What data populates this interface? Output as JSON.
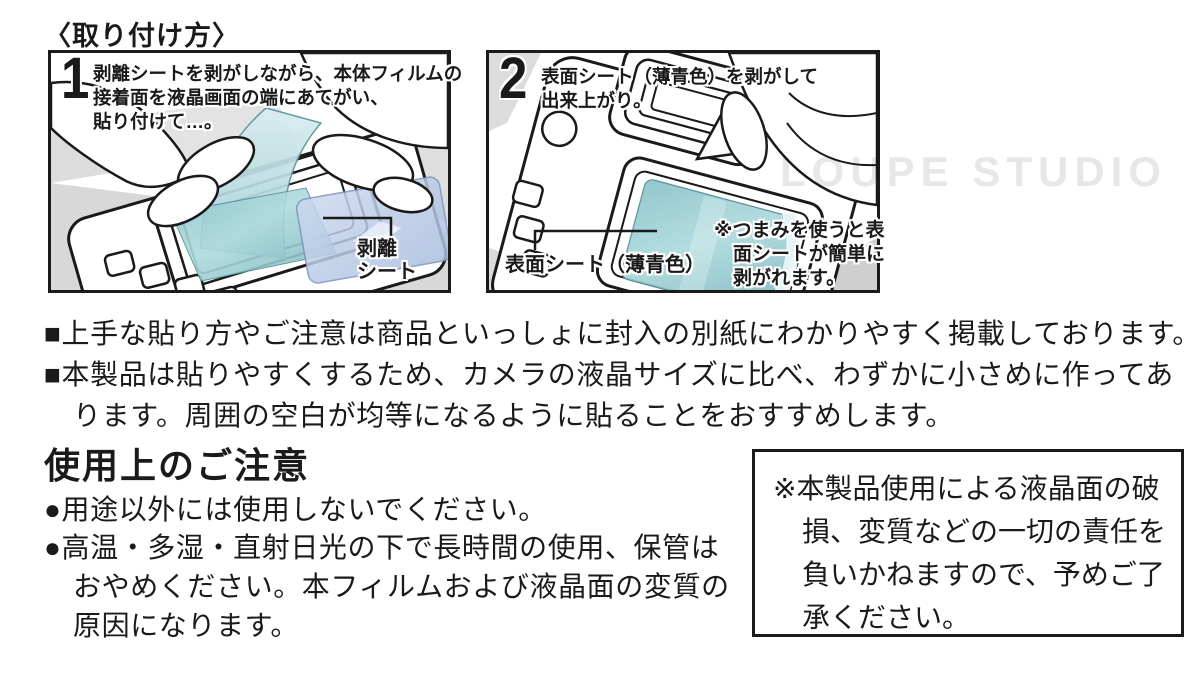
{
  "page": {
    "title": "〈取り付け方〉",
    "watermark": "LOUPE STUDIO"
  },
  "panel1": {
    "number": "1",
    "line1": "剥離シートを剥がしながら、本体フィルムの",
    "line2": "接着面を液晶画面の端にあてがい、",
    "line3": "貼り付けて…。",
    "label_line1": "剥離",
    "label_line2": "シート"
  },
  "panel2": {
    "number": "2",
    "line1": "表面シート（薄青色）を剥がして",
    "line2": "出来上がり。",
    "label": "表面シート（薄青色）",
    "note_line1": "※つまみを使うと表",
    "note_line2": "面シートが簡単に",
    "note_line3": "剥がれます。"
  },
  "notes": {
    "line1": "■上手な貼り方やご注意は商品といっしょに封入の別紙にわかりやすく掲載しております。",
    "line2": "■本製品は貼りやすくするため、カメラの液晶サイズに比べ、わずかに小さめに作ってあ",
    "line3": "ります。周囲の空白が均等になるように貼ることをおすすめします。"
  },
  "caution": {
    "heading": "使用上のご注意",
    "bullet1": "●用途以外には使用しないでください。",
    "bullet2_line1": "●高温・多湿・直射日光の下で長時間の使用、保管は",
    "bullet2_line2": "おやめください。本フィルムおよび液晶面の変質の",
    "bullet2_line3": "原因になります。"
  },
  "disclaimer": {
    "line1": "※本製品使用による液晶面の破",
    "line2": "損、変質などの一切の責任を",
    "line3": "負いかねますので、予めご了",
    "line4": "承ください。"
  },
  "colors": {
    "film_teal": "#8ac3c9",
    "film_teal_light": "#d9edef",
    "release_sheet_blue": "#c0cfe9",
    "line_black": "#1a1a1a",
    "panel_gray": "#dcdcdc",
    "watermark_gray": "#e7e7e7"
  }
}
